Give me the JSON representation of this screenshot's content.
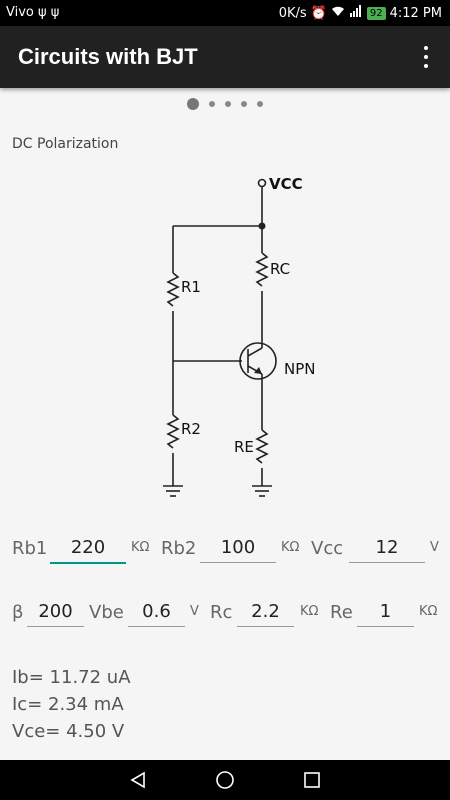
{
  "status_bar": {
    "carrier": "Vivo",
    "left_icons": "ψ ψ",
    "network_speed": "0K/s",
    "battery": "92",
    "time": "4:12 PM"
  },
  "app_bar": {
    "title": "Circuits with BJT"
  },
  "pager": {
    "pages": 5,
    "current_page": 1
  },
  "section_title": "DC Polarization",
  "circuit": {
    "vcc_label": "VCC",
    "r1": "R1",
    "r2": "R2",
    "rc": "RC",
    "re": "RE",
    "transistor_type": "NPN"
  },
  "inputs_row1": {
    "rb1": {
      "label": "Rb1",
      "value": "220",
      "unit": "KΩ"
    },
    "rb2": {
      "label": "Rb2",
      "value": "100",
      "unit": "KΩ"
    },
    "vcc": {
      "label": "Vcc",
      "value": "12",
      "unit": "V"
    }
  },
  "inputs_row2": {
    "beta": {
      "label": "β",
      "value": "200"
    },
    "vbe": {
      "label": "Vbe",
      "value": "0.6",
      "unit": "V"
    },
    "rc": {
      "label": "Rc",
      "value": "2.2",
      "unit": "KΩ"
    },
    "re": {
      "label": "Re",
      "value": "1",
      "unit": "KΩ"
    }
  },
  "results": {
    "ib": "Ib= 11.72 uA",
    "ic": "Ic= 2.34 mA",
    "vce": "Vce= 4.50 V"
  },
  "colors": {
    "app_bar": "#212121",
    "accent": "#009688",
    "battery": "#4caf50"
  }
}
